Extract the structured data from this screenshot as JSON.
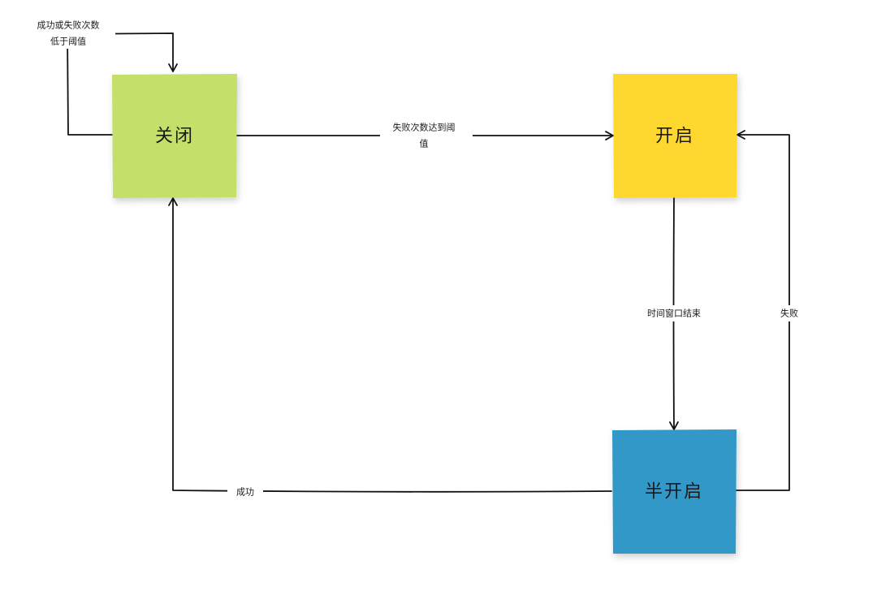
{
  "nodes": {
    "closed": {
      "label": "关闭",
      "color": "#c4df6b"
    },
    "open": {
      "label": "开启",
      "color": "#fed82f"
    },
    "half_open": {
      "label": "半开启",
      "color": "#3198c8"
    }
  },
  "edges": {
    "closed_self": {
      "label_line1": "成功或失败次数",
      "label_line2": "低于阈值"
    },
    "closed_to_open": {
      "label_line1": "失败次数达到阈",
      "label_line2": "值"
    },
    "open_to_half_open": {
      "label": "时间窗口结束"
    },
    "half_open_to_open": {
      "label": "失败"
    },
    "half_open_to_closed": {
      "label": "成功"
    }
  }
}
